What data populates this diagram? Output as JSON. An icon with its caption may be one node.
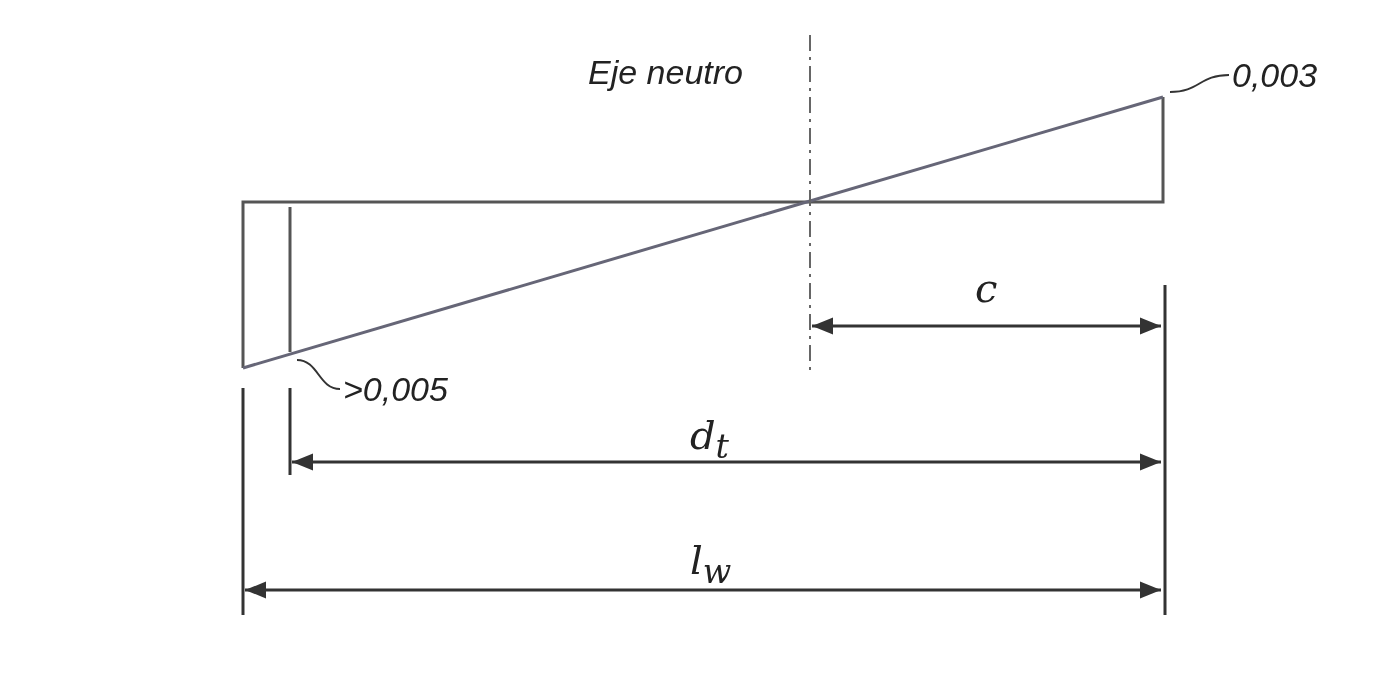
{
  "diagram": {
    "nodes": [
      {
        "text": [
          "0,003"
        ]
      },
      {
        "text": [
          ">0,005"
        ]
      }
    ],
    "edges": [
      {
        "from": 0,
        "to": null,
        "arrow": "none"
      },
      {
        "from": 1,
        "to": null,
        "arrow": "none"
      }
    ],
    "labels": [
      "Eje neutro",
      "c",
      "d$_{t}$",
      "l$_{w}$"
    ]
  }
}
